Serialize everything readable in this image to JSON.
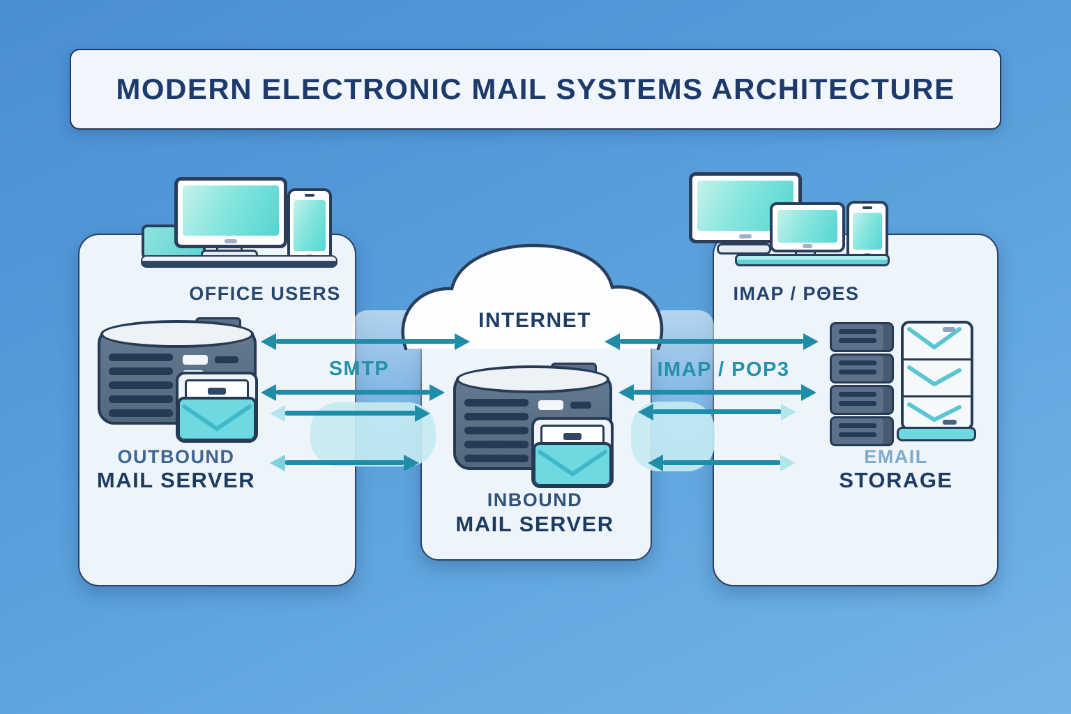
{
  "title": {
    "text": "MODERN ELECTRONIC MAIL SYSTEMS ARCHITECTURE"
  },
  "left_section": {
    "users_label": "OFFICE USERS",
    "server_line1": "OUTBOUND",
    "server_line2": "MAIL SERVER"
  },
  "center_section": {
    "cloud_label": "INTERNET",
    "protocol_label": "SMTP",
    "server_line1": "INBOUND",
    "server_line2": "MAIL SERVER"
  },
  "right_section": {
    "devices_label": "IMAP / PΘES",
    "protocol_label": "IMAP / POP3",
    "storage_line1": "EMAIL",
    "storage_line2": "STORAGE"
  },
  "icons": [
    "desktop-monitor-icon",
    "smartphone-icon",
    "laptop-icon",
    "internet-cloud-icon",
    "mail-server-icon",
    "envelope-icon",
    "server-tower-icon",
    "email-storage-cabinet-icon"
  ],
  "colors": {
    "background_blue": "#58a0da",
    "panel_fill": "#eef5fa",
    "outline_navy": "#263a55",
    "text_navy": "#1d3a5f",
    "text_navy_light": "#3f6590",
    "text_steel": "#7fabc9",
    "protocol_teal": "#2790ab",
    "arrow_teal": "#1f8ca8",
    "arrow_faded": "#b2e6ec",
    "screen_teal": "#7ee3db",
    "envelope_teal": "#6fd9e2",
    "server_slate": "#5d7089",
    "blob_cyan": "#c4eaf1"
  }
}
